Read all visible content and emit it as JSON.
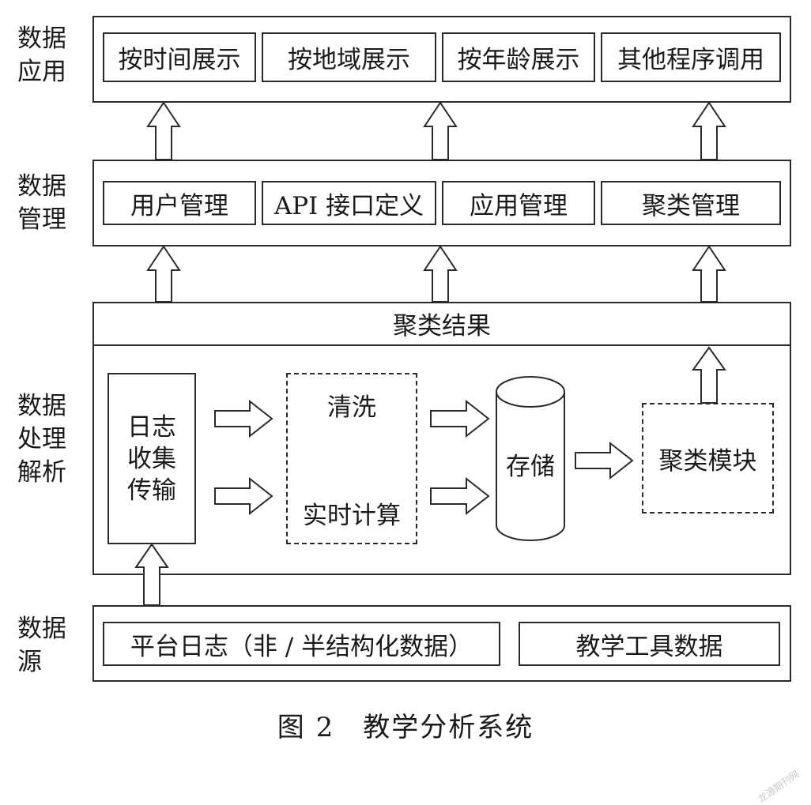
{
  "layers": {
    "application": {
      "label_lines": [
        "数据",
        "应用"
      ],
      "cells": [
        "按时间展示",
        "按地域展示",
        "按年龄展示",
        "其他程序调用"
      ]
    },
    "management": {
      "label_lines": [
        "数据",
        "管理"
      ],
      "cells": [
        "用户管理",
        "API 接口定义",
        "应用管理",
        "聚类管理"
      ]
    },
    "processing": {
      "label_lines": [
        "数据",
        "处理",
        "解析"
      ],
      "result_bar": "聚类结果",
      "collect_lines": [
        "日志",
        "收集",
        "传输"
      ],
      "clean": "清洗",
      "realtime": "实时计算",
      "storage": "存储",
      "cluster_module": "聚类模块"
    },
    "source": {
      "label_lines": [
        "数据",
        "源"
      ],
      "cells": [
        "平台日志（非 / 半结构化数据）",
        "教学工具数据"
      ]
    }
  },
  "caption": "图 2　教学分析系统",
  "watermark": "龙源期刊网"
}
